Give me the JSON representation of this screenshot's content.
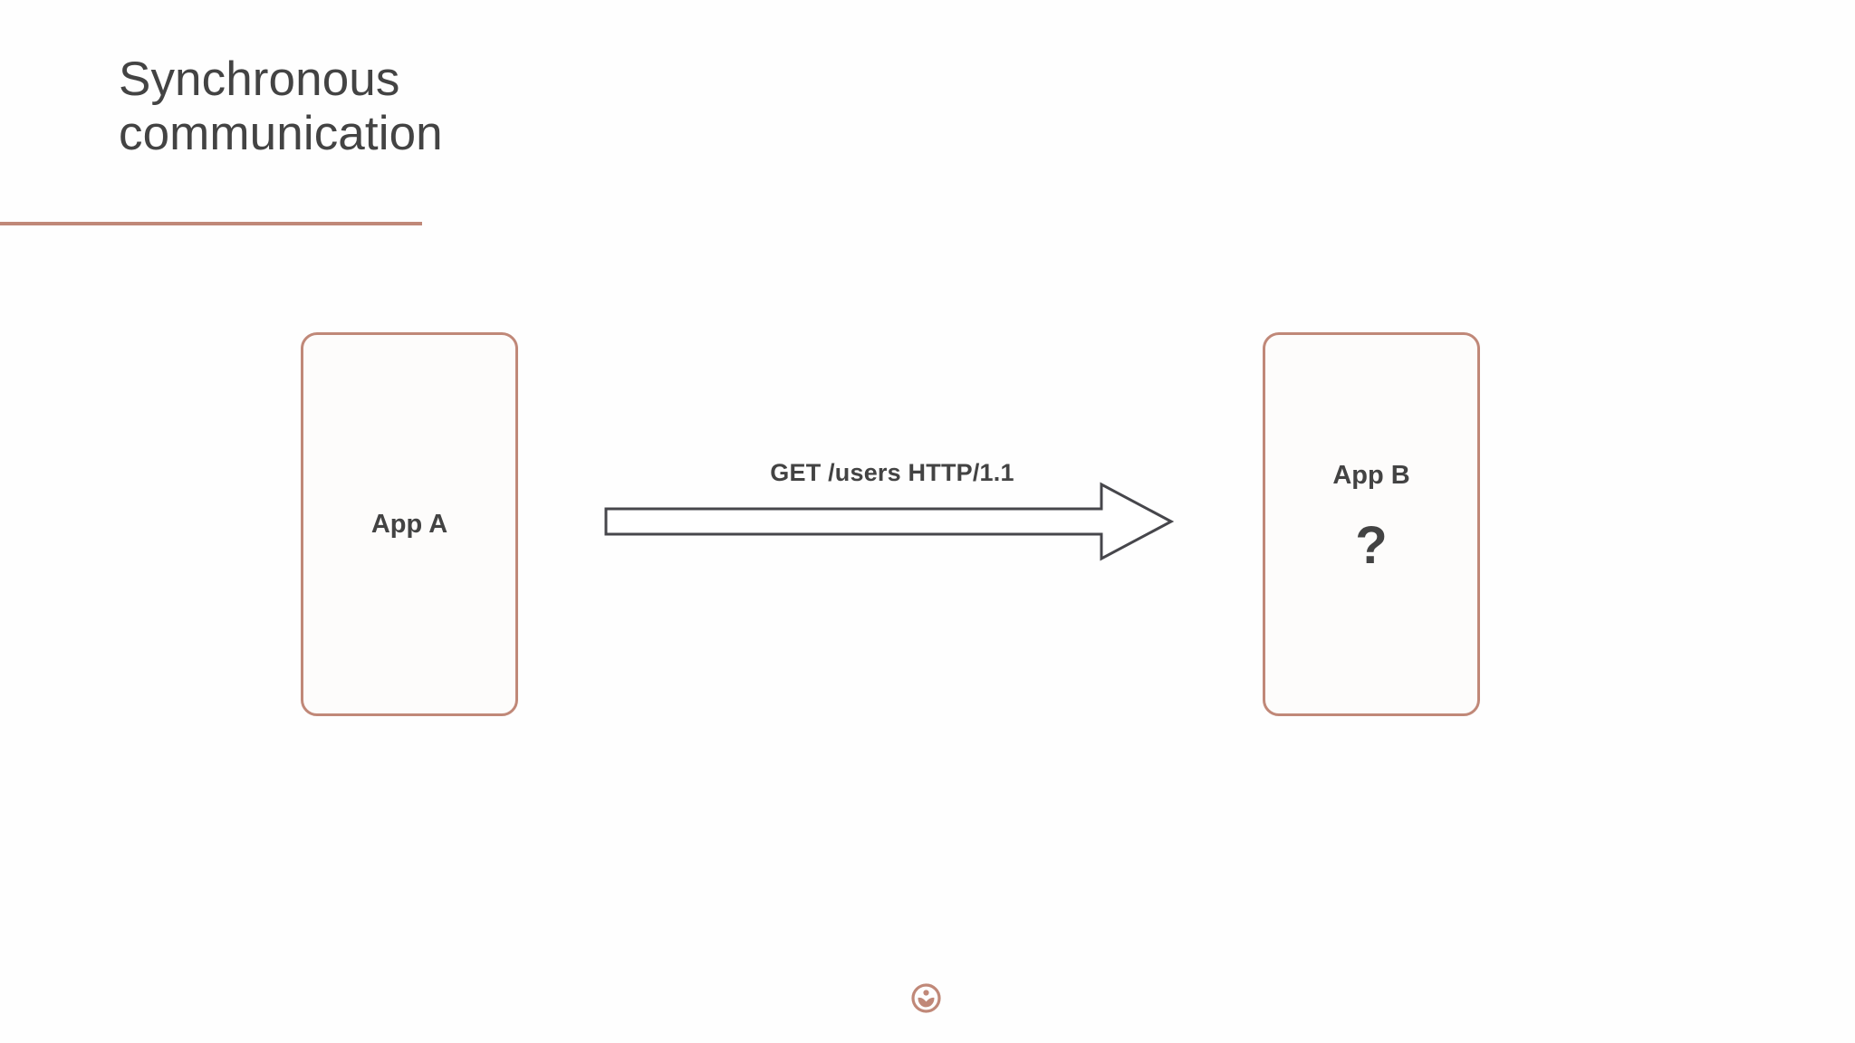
{
  "slide": {
    "background_color": "#fefefe",
    "accent_color": "#c08878",
    "text_color": "#434343",
    "title": "Synchronous\ncommunication"
  },
  "nodes": {
    "app_a": {
      "label": "App A"
    },
    "app_b": {
      "label": "App B",
      "status": "?"
    }
  },
  "connector": {
    "label": "GET /users HTTP/1.1",
    "direction": "right",
    "from": "App A",
    "to": "App B"
  },
  "footer": {
    "logo_name": "circle-person-logo"
  }
}
